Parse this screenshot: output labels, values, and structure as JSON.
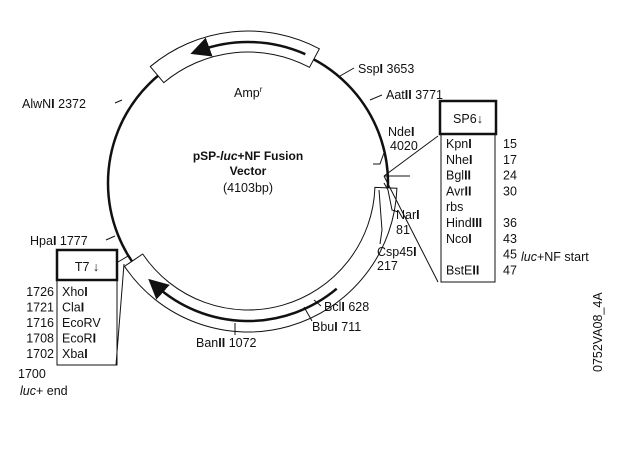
{
  "title_line1_prefix": "pSP-",
  "title_line1_italic": "luc",
  "title_line1_suffix": "+NF Fusion",
  "title_line2": "Vector",
  "size": "(4103bp)",
  "amp_label": "Amp",
  "amp_sup": "r",
  "sites": {
    "sspi": {
      "name": "Ssp",
      "roman": "I",
      "pos": "3653"
    },
    "aatii": {
      "name": "Aat",
      "roman": "II",
      "pos": "3771"
    },
    "ndei": {
      "name": "Nde",
      "roman": "I",
      "pos": "4020"
    },
    "nari": {
      "name": "Nar",
      "roman": "I",
      "pos": "81"
    },
    "csp45i": {
      "name": "Csp45",
      "roman": "I",
      "pos": "217"
    },
    "bcli": {
      "name": "Bcl",
      "roman": "I",
      "pos": "628"
    },
    "bbui": {
      "name": "Bbu",
      "roman": "I",
      "pos": "711"
    },
    "banii": {
      "name": "Ban",
      "roman": "II",
      "pos": "1072"
    },
    "hpai": {
      "name": "Hpa",
      "roman": "I",
      "pos": "1777"
    },
    "alwni": {
      "name": "AlwN",
      "roman": "I",
      "pos": "2372"
    }
  },
  "sp6": {
    "label": "SP6",
    "arrow": "↓",
    "rows": [
      {
        "name": "Kpn",
        "roman": "I",
        "pos": "15"
      },
      {
        "name": "Nhe",
        "roman": "I",
        "pos": "17"
      },
      {
        "name": "Bgl",
        "roman": "II",
        "pos": "24"
      },
      {
        "name": "Avr",
        "roman": "II",
        "pos": "30"
      },
      {
        "name": "rbs",
        "roman": "",
        "pos": ""
      },
      {
        "name": "Hind",
        "roman": "III",
        "pos": "36"
      },
      {
        "name": "Nco",
        "roman": "I",
        "pos": "43"
      },
      {
        "name": "",
        "roman": "",
        "pos": "45"
      },
      {
        "name": "BstE",
        "roman": "II",
        "pos": "47"
      }
    ],
    "start_italic": "luc",
    "start_suffix": "+NF start"
  },
  "t7": {
    "label": "T7",
    "arrow": "↓",
    "rows": [
      {
        "name": "Xho",
        "roman": "I",
        "pos": "1726"
      },
      {
        "name": "Cla",
        "roman": "I",
        "pos": "1721"
      },
      {
        "name": "EcoRV",
        "roman": "",
        "pos": "1716"
      },
      {
        "name": "EcoR",
        "roman": "I",
        "pos": "1708"
      },
      {
        "name": "Xba",
        "roman": "I",
        "pos": "1702"
      }
    ],
    "end_pos": "1700",
    "end_italic": "luc",
    "end_suffix": "+ end"
  },
  "figure_id": "0752VA08_4A"
}
